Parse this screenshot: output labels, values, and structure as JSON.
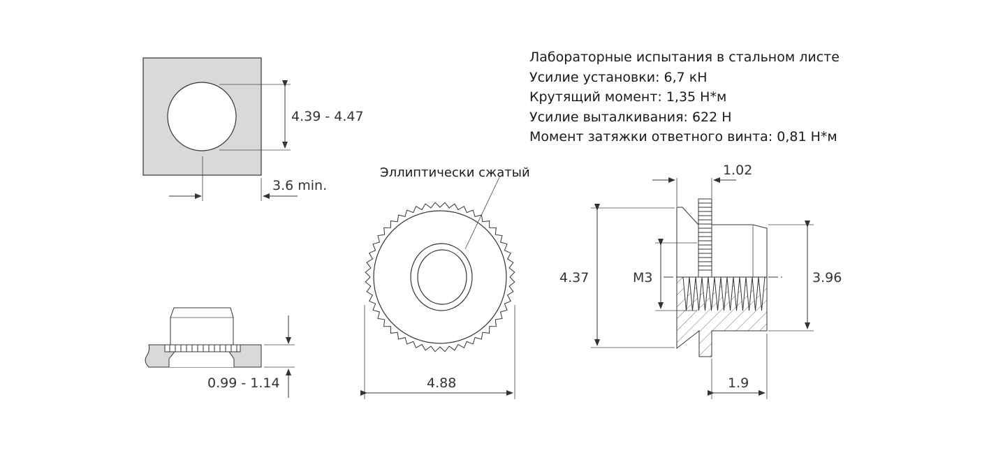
{
  "specs": {
    "title": "Лабораторные испытания в стальном листе",
    "install_force": "Усилие установки: 6,7 кН",
    "torque": "Крутящий момент: 1,35 Н*м",
    "pushout": "Усилие выталкивания: 622 Н",
    "tightening": "Момент затяжки ответного винта: 0,81 Н*м"
  },
  "dimensions": {
    "hole_diameter": "4.39 - 4.47",
    "edge_distance": "3.6 min.",
    "sheet_thickness": "0.99 - 1.14",
    "outer_diameter": "4.88",
    "body_length": "1.02",
    "flange_diameter": "4.37",
    "thread": "M3",
    "body_diameter": "3.96",
    "shank_length": "1.9"
  },
  "notes": {
    "elliptical": "Эллиптически сжатый"
  },
  "colors": {
    "sheet_fill": "#d9d9d9",
    "line": "#333333"
  }
}
